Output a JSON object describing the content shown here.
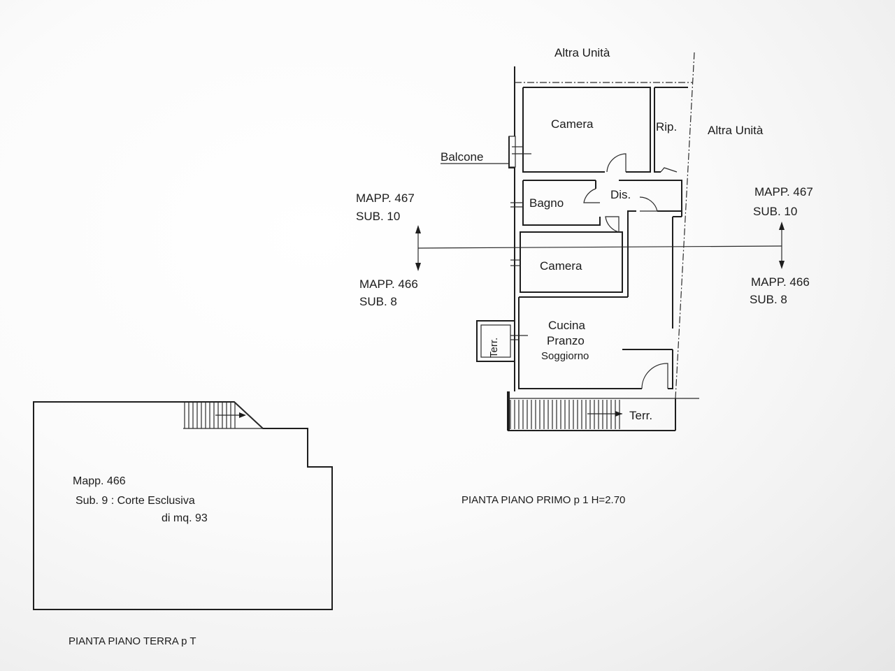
{
  "first_floor": {
    "title": "PIANTA PIANO PRIMO p 1  H=2.70",
    "neighbors": {
      "top": "Altra Unità",
      "right": "Altra Unità"
    },
    "rooms": {
      "camera_top": "Camera",
      "rip": "Rip.",
      "balcone": "Balcone",
      "bagno": "Bagno",
      "dis": "Dis.",
      "camera_mid": "Camera",
      "cucina": "Cucina",
      "pranzo": "Pranzo",
      "soggiorno": "Soggiorno",
      "terr_side": "Terr.",
      "terr_bottom": "Terr."
    },
    "parcels": {
      "left_upper": {
        "mapp": "MAPP. 467",
        "sub": "SUB. 10"
      },
      "left_lower": {
        "mapp": "MAPP. 466",
        "sub": "SUB. 8"
      },
      "right_upper": {
        "mapp": "MAPP. 467",
        "sub": "SUB. 10"
      },
      "right_lower": {
        "mapp": "MAPP. 466",
        "sub": "SUB. 8"
      }
    }
  },
  "ground_floor": {
    "title": "PIANTA PIANO TERRA p T",
    "mapp": "Mapp. 466",
    "sub": "Sub. 9 : Corte Esclusiva",
    "area": "di mq. 93"
  }
}
